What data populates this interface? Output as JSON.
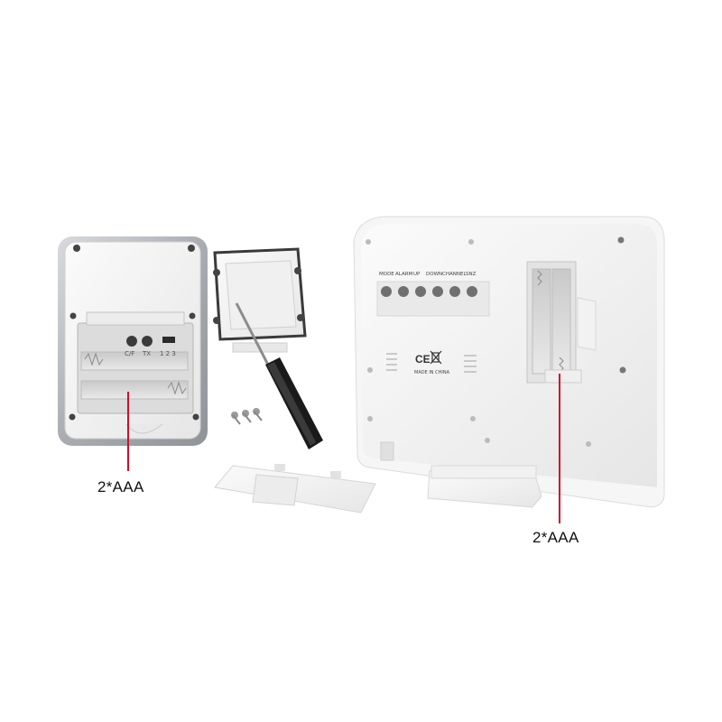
{
  "sensor": {
    "labels": [
      "C/F",
      "TX",
      "1 2 3"
    ]
  },
  "main_unit": {
    "buttons": [
      "MODE",
      "ALARM",
      "UP",
      "DOWN",
      "CHANNEL",
      "SNZ"
    ],
    "marks": {
      "ce": "CE",
      "origin": "MADE IN CHINA"
    }
  },
  "callouts": {
    "left": "2*AAA",
    "right": "2*AAA"
  },
  "colors": {
    "leader_line": "#c8102e",
    "housing": "#f4f4f4",
    "silver_frame": "#b9bcc0",
    "button": "#707070",
    "screwdriver_handle": "#1a1a1a"
  }
}
